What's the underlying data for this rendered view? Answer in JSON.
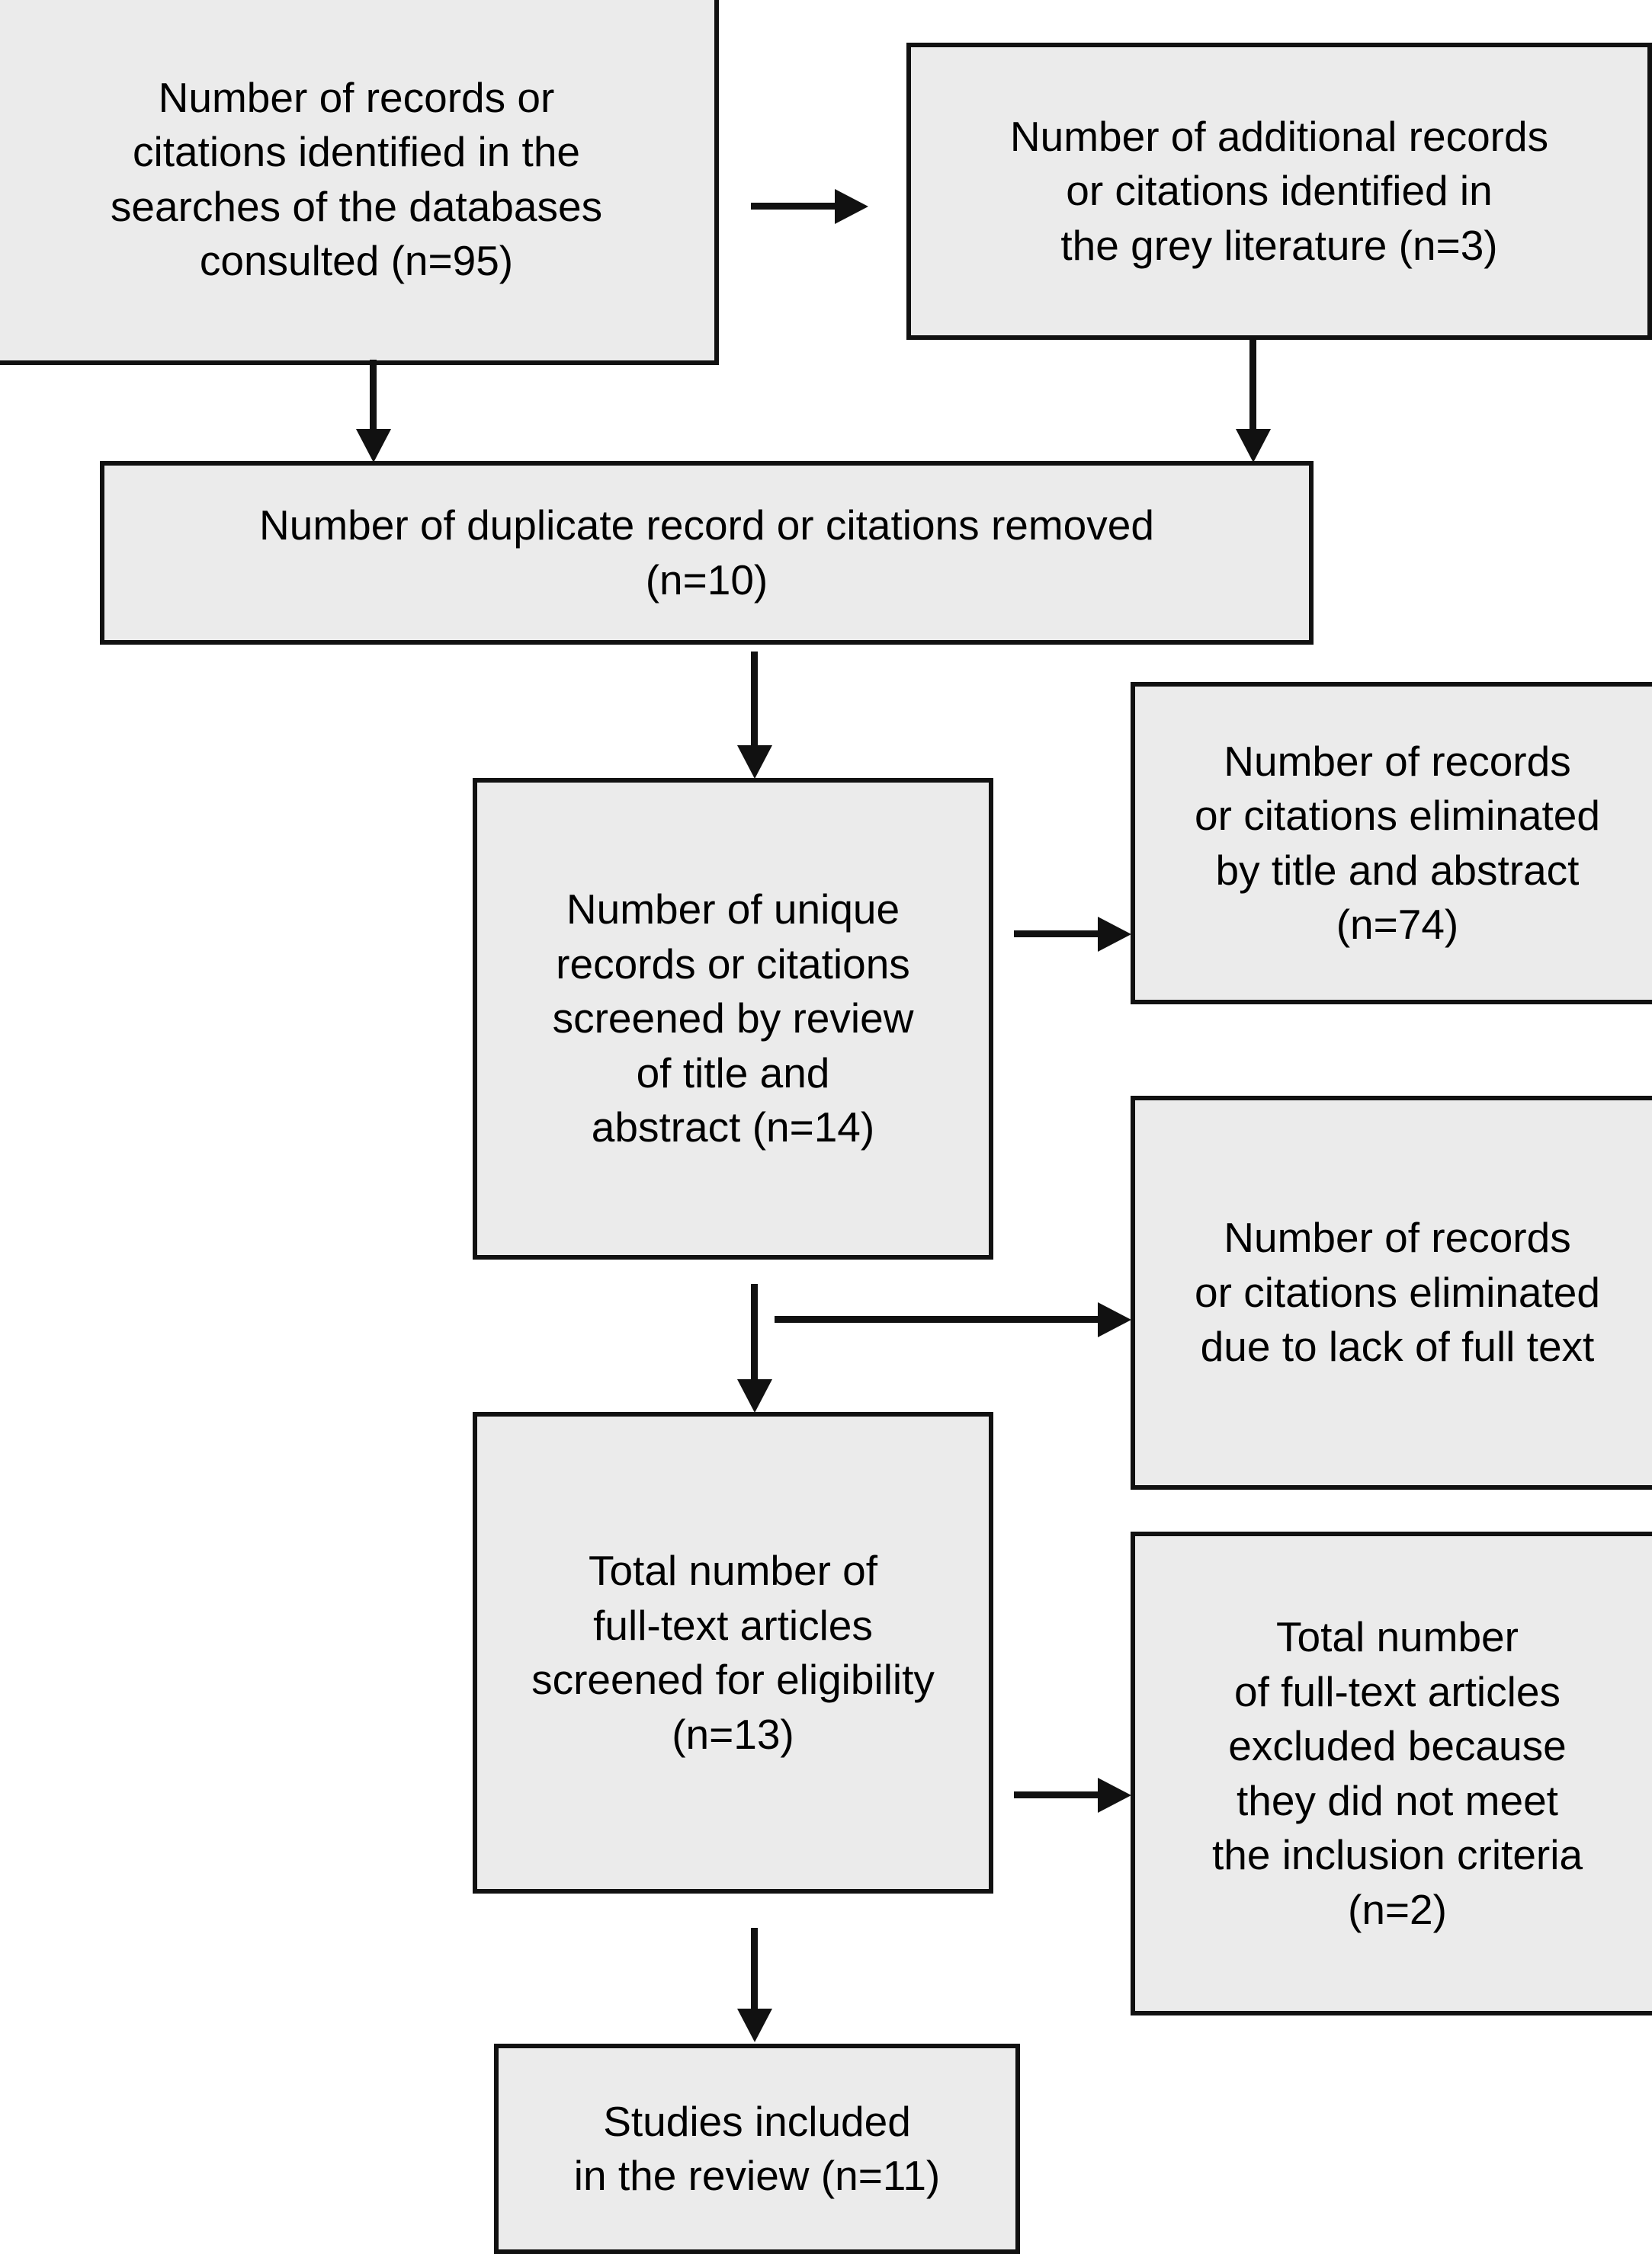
{
  "diagram": {
    "type": "prisma-flow-diagram",
    "colors": {
      "node_fill": "#ebebeb",
      "node_border": "#111111",
      "connector": "#111111",
      "background": "#ffffff",
      "text": "#000000"
    },
    "nodes": [
      {
        "id": "databases",
        "label": "Number of records or\ncitations identified in the\nsearches of the databases\nconsulted (n=95)",
        "count": 95
      },
      {
        "id": "grey",
        "label": "Number of additional records\nor citations identified in\nthe grey literature (n=3)",
        "count": 3
      },
      {
        "id": "duplicates",
        "label": "Number of duplicate record or citations removed\n(n=10)",
        "count": 10
      },
      {
        "id": "unique",
        "label": "Number of unique\nrecords or citations\nscreened by review\nof title and\nabstract (n=14)",
        "count": 14
      },
      {
        "id": "elim_title",
        "label": "Number of records\nor citations eliminated\nby title and abstract\n(n=74)",
        "count": 74
      },
      {
        "id": "elim_fulltext",
        "label": "Number of records\nor citations eliminated\ndue to lack of full text",
        "count": null
      },
      {
        "id": "fulltext",
        "label": "Total number of\nfull-text articles\nscreened for eligibility\n(n=13)",
        "count": 13
      },
      {
        "id": "excluded",
        "label": "Total number\nof full-text articles\nexcluded because\nthey did not meet\nthe inclusion criteria\n(n=2)",
        "count": 2
      },
      {
        "id": "included",
        "label": "Studies included\nin the review (n=11)",
        "count": 11
      }
    ],
    "connectors": [
      {
        "id": "databases-to-grey",
        "from": "databases",
        "to": "grey",
        "direction": "right"
      },
      {
        "id": "databases-to-duplicates",
        "from": "databases",
        "to": "duplicates",
        "direction": "down"
      },
      {
        "id": "grey-to-duplicates",
        "from": "grey",
        "to": "duplicates",
        "direction": "down"
      },
      {
        "id": "duplicates-to-unique",
        "from": "duplicates",
        "to": "unique",
        "direction": "down"
      },
      {
        "id": "unique-to-elim-title",
        "from": "unique",
        "to": "elim_title",
        "direction": "right"
      },
      {
        "id": "unique-to-fulltext",
        "from": "unique",
        "to": "fulltext",
        "direction": "down"
      },
      {
        "id": "unique-to-elim-fulltext",
        "from": "unique",
        "to": "elim_fulltext",
        "direction": "right"
      },
      {
        "id": "fulltext-to-excluded",
        "from": "fulltext",
        "to": "excluded",
        "direction": "right"
      },
      {
        "id": "fulltext-to-included",
        "from": "fulltext",
        "to": "included",
        "direction": "down"
      }
    ]
  }
}
